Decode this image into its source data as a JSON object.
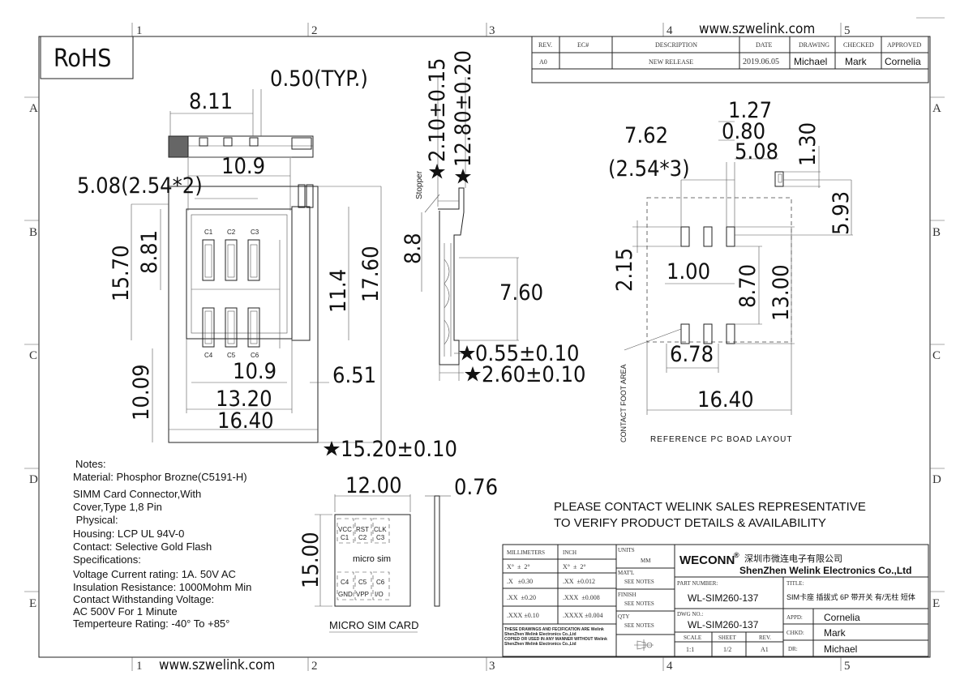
{
  "header": {
    "website_top": "www.szwelink.com",
    "website_bottom": "www.szwelink.com",
    "rohs": "RoHS"
  },
  "zones": {
    "cols": [
      "1",
      "2",
      "3",
      "4",
      "5"
    ],
    "rows": [
      "A",
      "B",
      "C",
      "D",
      "E"
    ]
  },
  "revision_table": {
    "headers": [
      "REV.",
      "EC#",
      "DESCRIPTION",
      "DATE",
      "DRAWING",
      "CHECKED",
      "APPROVED"
    ],
    "row": [
      "A0",
      "",
      "NEW RELEASE",
      "2019.06.05",
      "Michael",
      "Mark",
      "Cornelia"
    ]
  },
  "front_view": {
    "dims": [
      "0.50(TYP.)",
      "8.11",
      "10.9",
      "5.08(2.54*2)",
      "15.70",
      "8.81",
      "11.4",
      "17.60",
      "10.9",
      "6.51",
      "13.20",
      "10.09",
      "16.40",
      "15.20±0.10"
    ],
    "contacts_top": [
      "C1",
      "C2",
      "C3"
    ],
    "contacts_bottom": [
      "C4",
      "C5",
      "C6"
    ]
  },
  "side_view": {
    "dims": [
      "2.10±0.15",
      "12.80±0.20",
      "8.8",
      "7.60",
      "0.55±0.10",
      "2.60±0.10"
    ],
    "stopper": "Stopper"
  },
  "pcb_layout": {
    "dims": [
      "1.27",
      "0.80",
      "5.08",
      "1.30",
      "7.62",
      "(2.54*3)",
      "5.93",
      "2.15",
      "1.00",
      "8.70",
      "13.00",
      "6.78",
      "16.40"
    ],
    "contact_foot_area": "CONTACT FOOT AREA",
    "caption": "REFERENCE PC BOAD LAYOUT"
  },
  "notes": [
    "Notes:",
    "Material: Phosphor Brozne(C5191-H)",
    "SIMM Card Connector,With",
    "Cover,Type 1,8 Pin",
    " Physical:",
    "Housing: LCP UL 94V-0",
    "Contact: Selective Gold Flash",
    "Specifications:",
    "Voltage Current rating: 1A. 50V AC",
    "Insulation Resistance: 1000Mohm Min",
    "Contact Withstanding Voltage:",
    "AC 500V For 1 Minute",
    "Temperteure Rating: -40° To +85°"
  ],
  "micro_sim": {
    "width": "12.00",
    "thickness": "0.76",
    "height": "15.00",
    "label": "micro sim",
    "caption": "MICRO SIM CARD",
    "pads_top": [
      "VCC",
      "RST",
      "CLK"
    ],
    "pads_top_id": [
      "C1",
      "C2",
      "C3"
    ],
    "pads_bottom": [
      "C4",
      "C5",
      "C6"
    ],
    "pads_bottom_id": [
      "GND",
      "VPP",
      "I/O"
    ]
  },
  "contact_message": [
    "PLEASE CONTACT WELINK SALES REPRESENTATIVE",
    "TO VERIFY PRODUCT DETAILS & AVAILABILITY"
  ],
  "title_block": {
    "tol_headers": [
      "MILLIMETERS",
      "INCH"
    ],
    "tol_rows": [
      [
        "X°  ±  2°",
        "X°  ±  2°"
      ],
      [
        ".X   ±0.30",
        ".XX  ±0.012"
      ],
      [
        ".XX  ±0.20",
        ".XXX  ±0.008"
      ],
      [
        ".XXX ±0.10",
        ".XXXX ±0.004"
      ]
    ],
    "units_label": "UNITS",
    "units": "MM",
    "matl_label": "MAT'L",
    "matl": "SEE NOTES",
    "finish_label": "FINISH",
    "finish": "SEE NOTES",
    "qty_label": "QTY",
    "qty": "SEE NOTES",
    "disclaimer": [
      "THESE DRAWINGS AND FECIFICATION  ARE Welink",
      "ShenZhen Welink Electronics Co.,Ltd",
      "COPIED OR USED IN ANY MANNER WITHOUT Welink",
      "ShenZhen Welink Electronics Co.,Ltd"
    ],
    "brand": "WECONN",
    "brand_mark": "®",
    "company_cn": "深圳市微连电子有限公司",
    "company_en": "ShenZhen Welink Electronics Co.,Ltd",
    "part_label": "PART NUMBER:",
    "part": "WL-SIM260-137",
    "dwg_label": "DWG NO.:",
    "dwg": "WL-SIM260-137",
    "title_label": "TITLE:",
    "title": "SIM卡座 插拔式 6P 带开关 有/无柱 短体",
    "appd_label": "APPD:",
    "appd": "Cornelia",
    "chkd_label": "CHKD:",
    "chkd": "Mark",
    "dr_label": "DR:",
    "dr": "Michael",
    "scale_label": "SCALE",
    "scale": "1:1",
    "sheet_label": "SHEET",
    "sheet": "1/2",
    "rev_label": "REV.",
    "rev": "A1"
  }
}
